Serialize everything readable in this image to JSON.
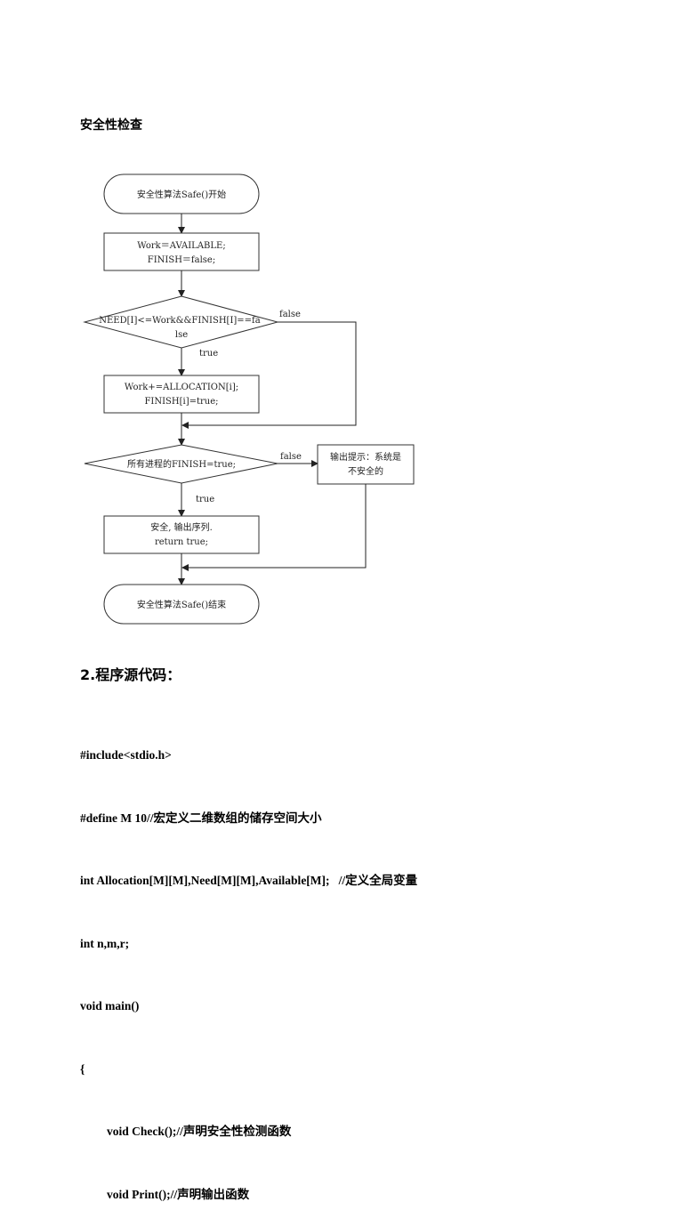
{
  "section_title": "安全性检查",
  "flowchart": {
    "start": "安全性算法Safe()开始",
    "init_line1": "Work＝AVAILABLE;",
    "init_line2": "FINISH＝false;",
    "cond1_line1": "NEED[I]<=Work&&FINISH[I]==fa",
    "cond1_line2": "lse",
    "cond1_false": "false",
    "cond1_true": "true",
    "update_line1": "Work+=ALLOCATION[i];",
    "update_line2": "FINISH[i]=true;",
    "cond2": "所有进程的FINISH=true;",
    "cond2_false": "false",
    "cond2_true": "true",
    "unsafe_line1": "输出提示：系统是",
    "unsafe_line2": "不安全的",
    "safe_line1": "安全, 输出序列.",
    "safe_line2": "return true;",
    "end": "安全性算法Safe()结束"
  },
  "section2_title": "2.程序源代码：",
  "code_lines": {
    "l1": "#include<stdio.h>",
    "l2": "#define M 10//宏定义二维数组的储存空间大小",
    "l3": "int Allocation[M][M],Need[M][M],Available[M];   //定义全局变量",
    "l4": "int n,m,r;",
    "l5": "void main()",
    "l6": "{",
    "l7": "void Check();//声明安全性检测函数",
    "l8": "void Print();//声明输出函数"
  }
}
